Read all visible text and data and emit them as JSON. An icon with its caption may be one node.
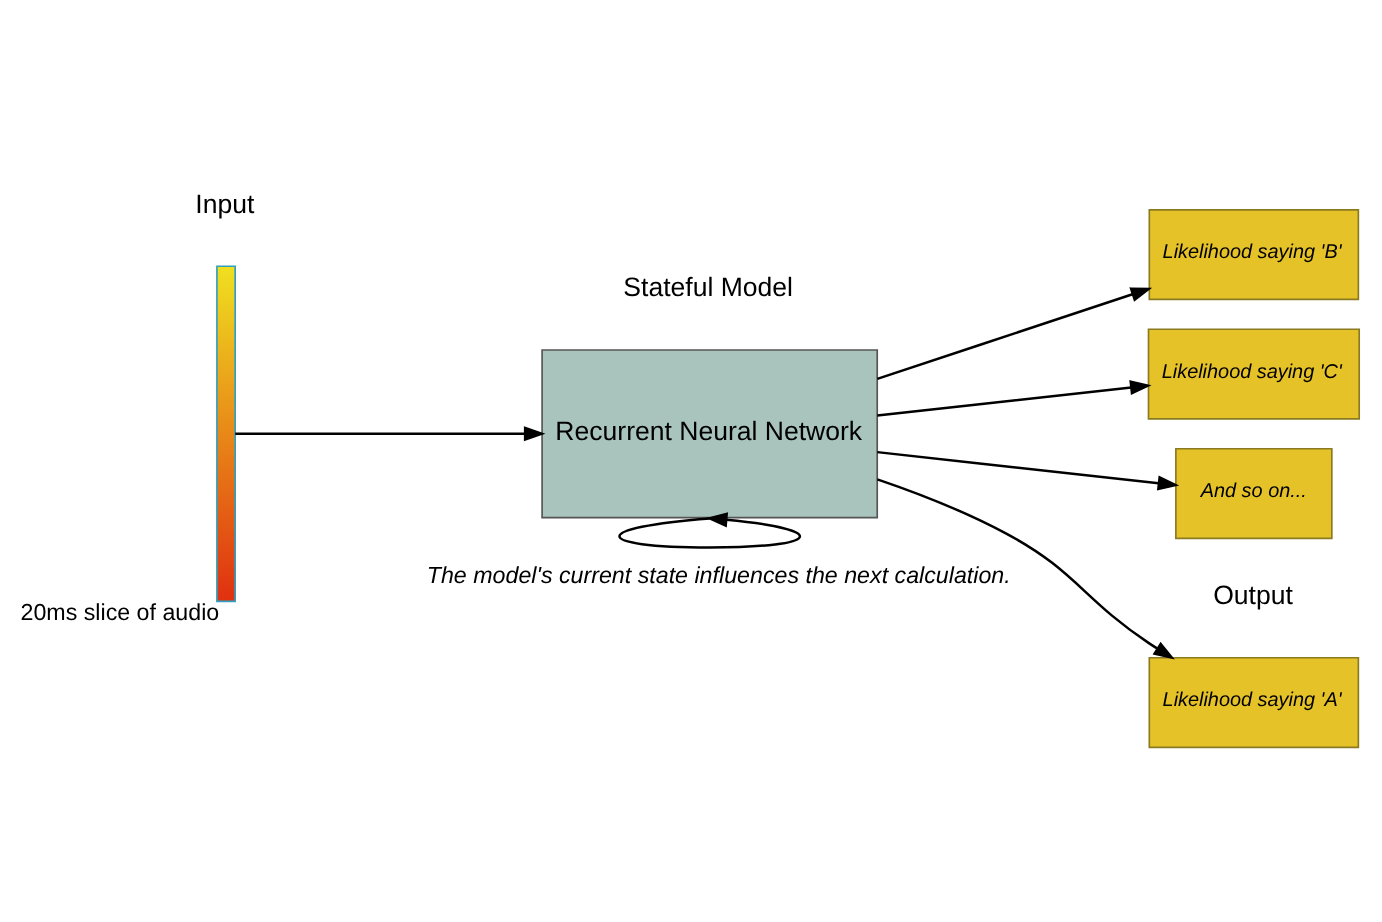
{
  "diagram": {
    "nodes": [
      {
        "text": [],
        "shape": "bar",
        "beside": [
          "20ms slice of audio"
        ]
      },
      {
        "text": [
          "Recurrent Neural Network"
        ]
      },
      {
        "text": [
          "Likelihood saying 'A'"
        ]
      },
      {
        "text": [
          "Likelihood saying 'B'"
        ]
      },
      {
        "text": [
          "Likelihood saying 'C'"
        ]
      },
      {
        "text": [
          "And so on..."
        ]
      }
    ],
    "edges": [
      {
        "from": 0,
        "to": 1,
        "arrow": "to"
      },
      {
        "from": 1,
        "to": 1,
        "arrow": "to"
      },
      {
        "from": 1,
        "to": 2,
        "arrow": "to"
      },
      {
        "from": 1,
        "to": 3,
        "arrow": "to"
      },
      {
        "from": 1,
        "to": 4,
        "arrow": "to"
      },
      {
        "from": 1,
        "to": 5,
        "arrow": "to"
      }
    ],
    "labels": [
      "Input",
      "Stateful Model",
      "Output",
      "The model's current state influences the next calculation."
    ]
  }
}
